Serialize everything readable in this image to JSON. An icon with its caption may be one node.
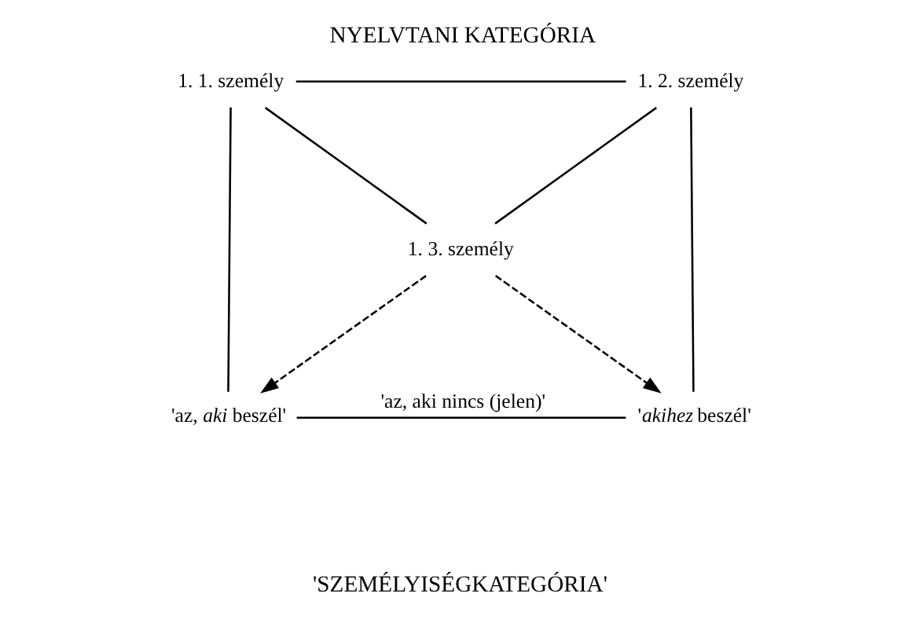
{
  "diagram": {
    "title": "NYELVTANI KATEGÓRIA",
    "caption": "'SZEMÉLYISÉGKATEGÓRIA'",
    "nodes": [
      {
        "text": [
          "1. 1. személy"
        ]
      },
      {
        "text": [
          "1. 2. személy"
        ]
      },
      {
        "text": [
          "1. 3. személy"
        ]
      },
      {
        "text": [
          "'az, *aki* beszél'"
        ]
      },
      {
        "text": [
          "'*akihez* beszél'"
        ]
      }
    ],
    "edges": [
      {
        "from": 0,
        "to": 1,
        "arrow": "none"
      },
      {
        "from": 0,
        "to": 2,
        "arrow": "none"
      },
      {
        "from": 1,
        "to": 2,
        "arrow": "none"
      },
      {
        "from": 0,
        "to": 3,
        "arrow": "none"
      },
      {
        "from": 1,
        "to": 4,
        "arrow": "none"
      },
      {
        "from": 2,
        "to": 3,
        "arrow": "to",
        "style": "dashed"
      },
      {
        "from": 2,
        "to": 4,
        "arrow": "to",
        "style": "dashed"
      },
      {
        "from": 3,
        "to": 4,
        "arrow": "none",
        "label": "'az, aki nincs (jelen)'"
      }
    ]
  }
}
